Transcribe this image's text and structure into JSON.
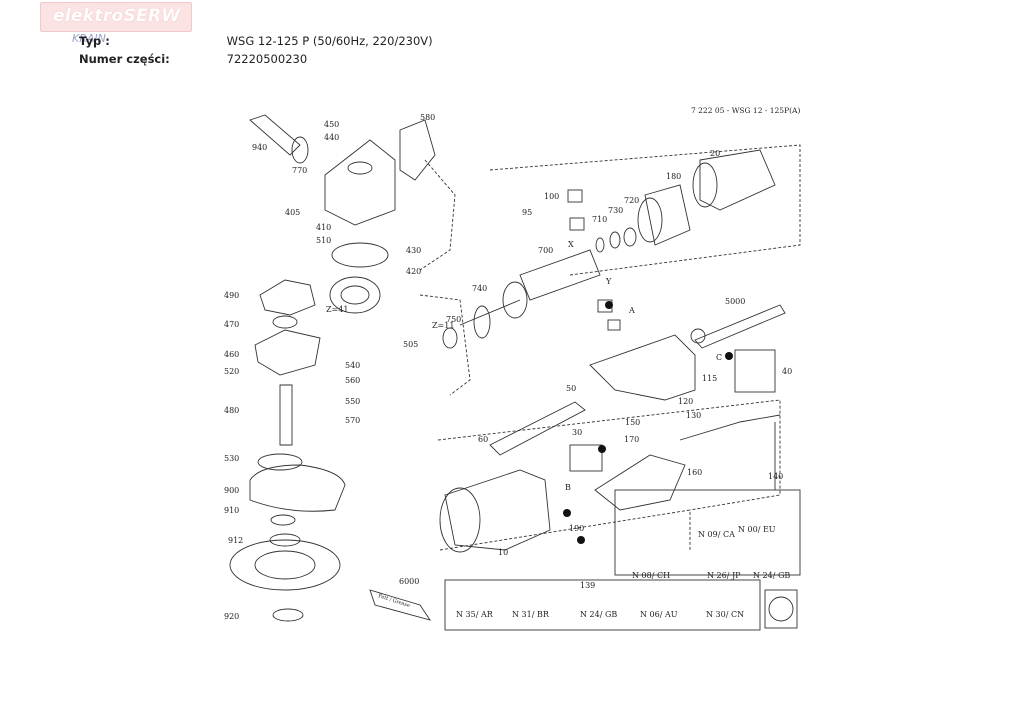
{
  "header": {
    "logo_text": "elektroSERW",
    "logo_sub": "KRAIN",
    "type_label": "Typ :",
    "type_value": "WSG 12-125 P (50/60Hz, 220/230V)",
    "part_label": "Numer części:",
    "part_value": "72220500230"
  },
  "drawing": {
    "reference": "7 222 05 - WSG 12 - 125P(A)",
    "part_labels": [
      "940",
      "450",
      "440",
      "580",
      "770",
      "405",
      "410",
      "510",
      "430",
      "420",
      "490",
      "470",
      "460",
      "520",
      "540",
      "560",
      "550",
      "480",
      "570",
      "530",
      "900",
      "910",
      "912",
      "920",
      "505",
      "700",
      "740",
      "750",
      "100",
      "95",
      "710",
      "730",
      "720",
      "180",
      "20",
      "5000",
      "115",
      "120",
      "40",
      "150",
      "170",
      "130",
      "50",
      "60",
      "30",
      "160",
      "140",
      "190",
      "10",
      "6000",
      "139"
    ],
    "markers": [
      "X",
      "Y",
      "A",
      "B",
      "C"
    ],
    "gear_labels": [
      "Z=41",
      "Z=11"
    ],
    "plug_labels": [
      "N 00/ EU",
      "N 09/ CA",
      "N 08/ CH",
      "N 26/ JP",
      "N 24/ GB",
      "N 35/ AR",
      "N 31/ BR",
      "N 24/ GB",
      "N 06/ AU",
      "N 30/ CN"
    ],
    "tube_text": "Fett / Grease"
  }
}
